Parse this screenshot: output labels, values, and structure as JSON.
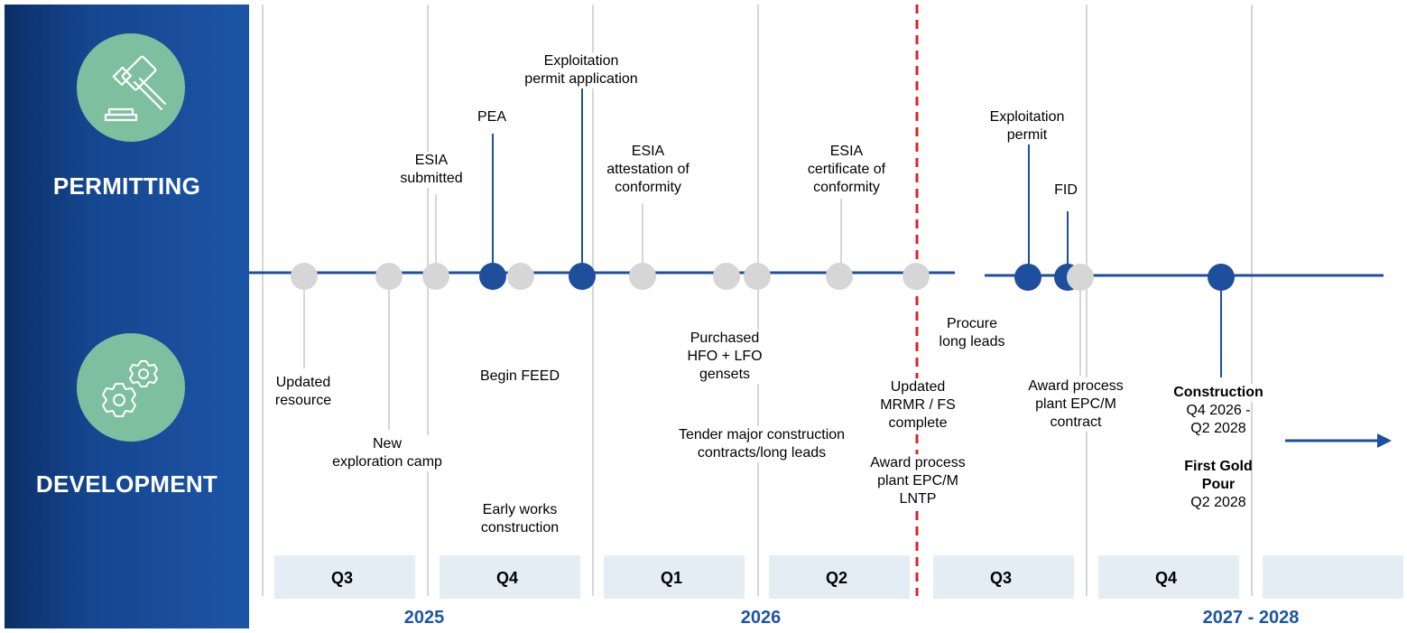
{
  "sidebar": {
    "permitting": {
      "label": "PERMITTING",
      "icon": "gavel-icon"
    },
    "development": {
      "label": "DEVELOPMENT",
      "icon": "gears-icon"
    }
  },
  "colors": {
    "sidebar_dark": "#0b2f66",
    "sidebar_light": "#1d55a6",
    "icon_circle": "#7ebfa0",
    "timeline_blue": "#1f4f9c",
    "milestone_grey": "#d6d6d6",
    "quarter_box": "#e4ecf4",
    "today_line": "#e0202a"
  },
  "permitting_milestones": [
    {
      "text": [
        "ESIA",
        "submitted"
      ]
    },
    {
      "text": [
        "PEA"
      ]
    },
    {
      "text": [
        "Exploitation",
        "permit application"
      ]
    },
    {
      "text": [
        "ESIA",
        "attestation of",
        "conformity"
      ]
    },
    {
      "text": [
        "ESIA",
        "certificate of",
        "conformity"
      ]
    },
    {
      "text": [
        "Exploitation",
        "permit"
      ]
    },
    {
      "text": [
        "FID"
      ]
    }
  ],
  "development_milestones": [
    {
      "text": [
        "Updated",
        "resource"
      ]
    },
    {
      "text": [
        "New",
        "exploration camp"
      ]
    },
    {
      "text": [
        "Begin FEED"
      ]
    },
    {
      "text": [
        "Early works",
        "construction"
      ]
    },
    {
      "text": [
        "Purchased",
        "HFO + LFO",
        "gensets"
      ]
    },
    {
      "text": [
        "Tender major construction",
        "contracts/long leads"
      ]
    },
    {
      "text": [
        "Updated",
        "MRMR / FS",
        "complete"
      ]
    },
    {
      "text": [
        "Award process",
        "plant EPC/M",
        "LNTP"
      ]
    },
    {
      "text": [
        "Procure",
        "long leads"
      ]
    },
    {
      "text": [
        "Award process",
        "plant EPC/M",
        "contract"
      ]
    },
    {
      "text": [
        "Construction"
      ],
      "bold": true
    },
    {
      "text": [
        "Q4 2026 -",
        "Q2 2028"
      ]
    },
    {
      "text": [
        "First Gold",
        "Pour"
      ],
      "bold": true
    },
    {
      "text": [
        "Q2 2028"
      ]
    }
  ],
  "quarters": [
    "Q3",
    "Q4",
    "Q1",
    "Q2",
    "Q3",
    "Q4",
    ""
  ],
  "years": [
    "2025",
    "2026",
    "2027 - 2028"
  ]
}
